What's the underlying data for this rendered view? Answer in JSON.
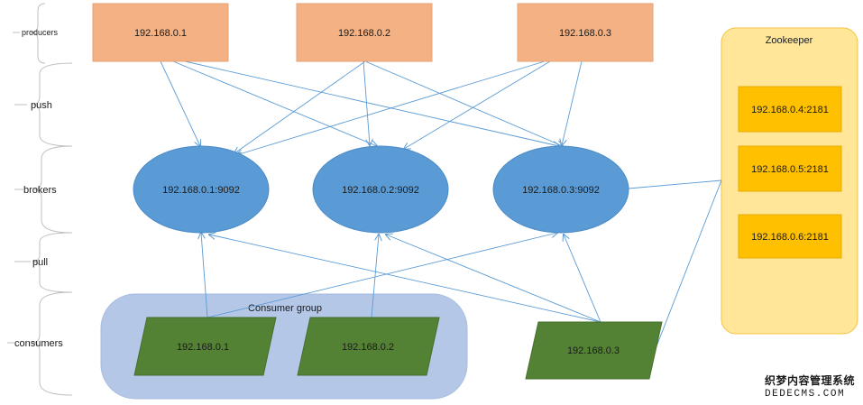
{
  "rows": {
    "producers": "producers",
    "push": "push",
    "brokers": "brokers",
    "pull": "pull",
    "consumers": "consumers"
  },
  "producers": [
    "192.168.0.1",
    "192.168.0.2",
    "192.168.0.3"
  ],
  "brokers": [
    "192.168.0.1:9092",
    "192.168.0.2:9092",
    "192.168.0.3:9092"
  ],
  "consumer_group": {
    "title": "Consumer group",
    "members": [
      "192.168.0.1",
      "192.168.0.2"
    ]
  },
  "standalone_consumer": "192.168.0.3",
  "zookeeper": {
    "title": "Zookeeper",
    "nodes": [
      "192.168.0.4:2181",
      "192.168.0.5:2181",
      "192.168.0.6:2181"
    ]
  },
  "watermark": {
    "line1": "织梦内容管理系统",
    "line2": "DEDECMS.COM"
  },
  "colors": {
    "producer_fill": "#f4b183",
    "broker_fill": "#5b9bd5",
    "consumer_fill": "#548235",
    "group_fill": "#b4c7e7",
    "zookeeper_fill": "#ffe699",
    "zookeeper_node_fill": "#ffc000",
    "arrow": "#5b9bd5"
  }
}
